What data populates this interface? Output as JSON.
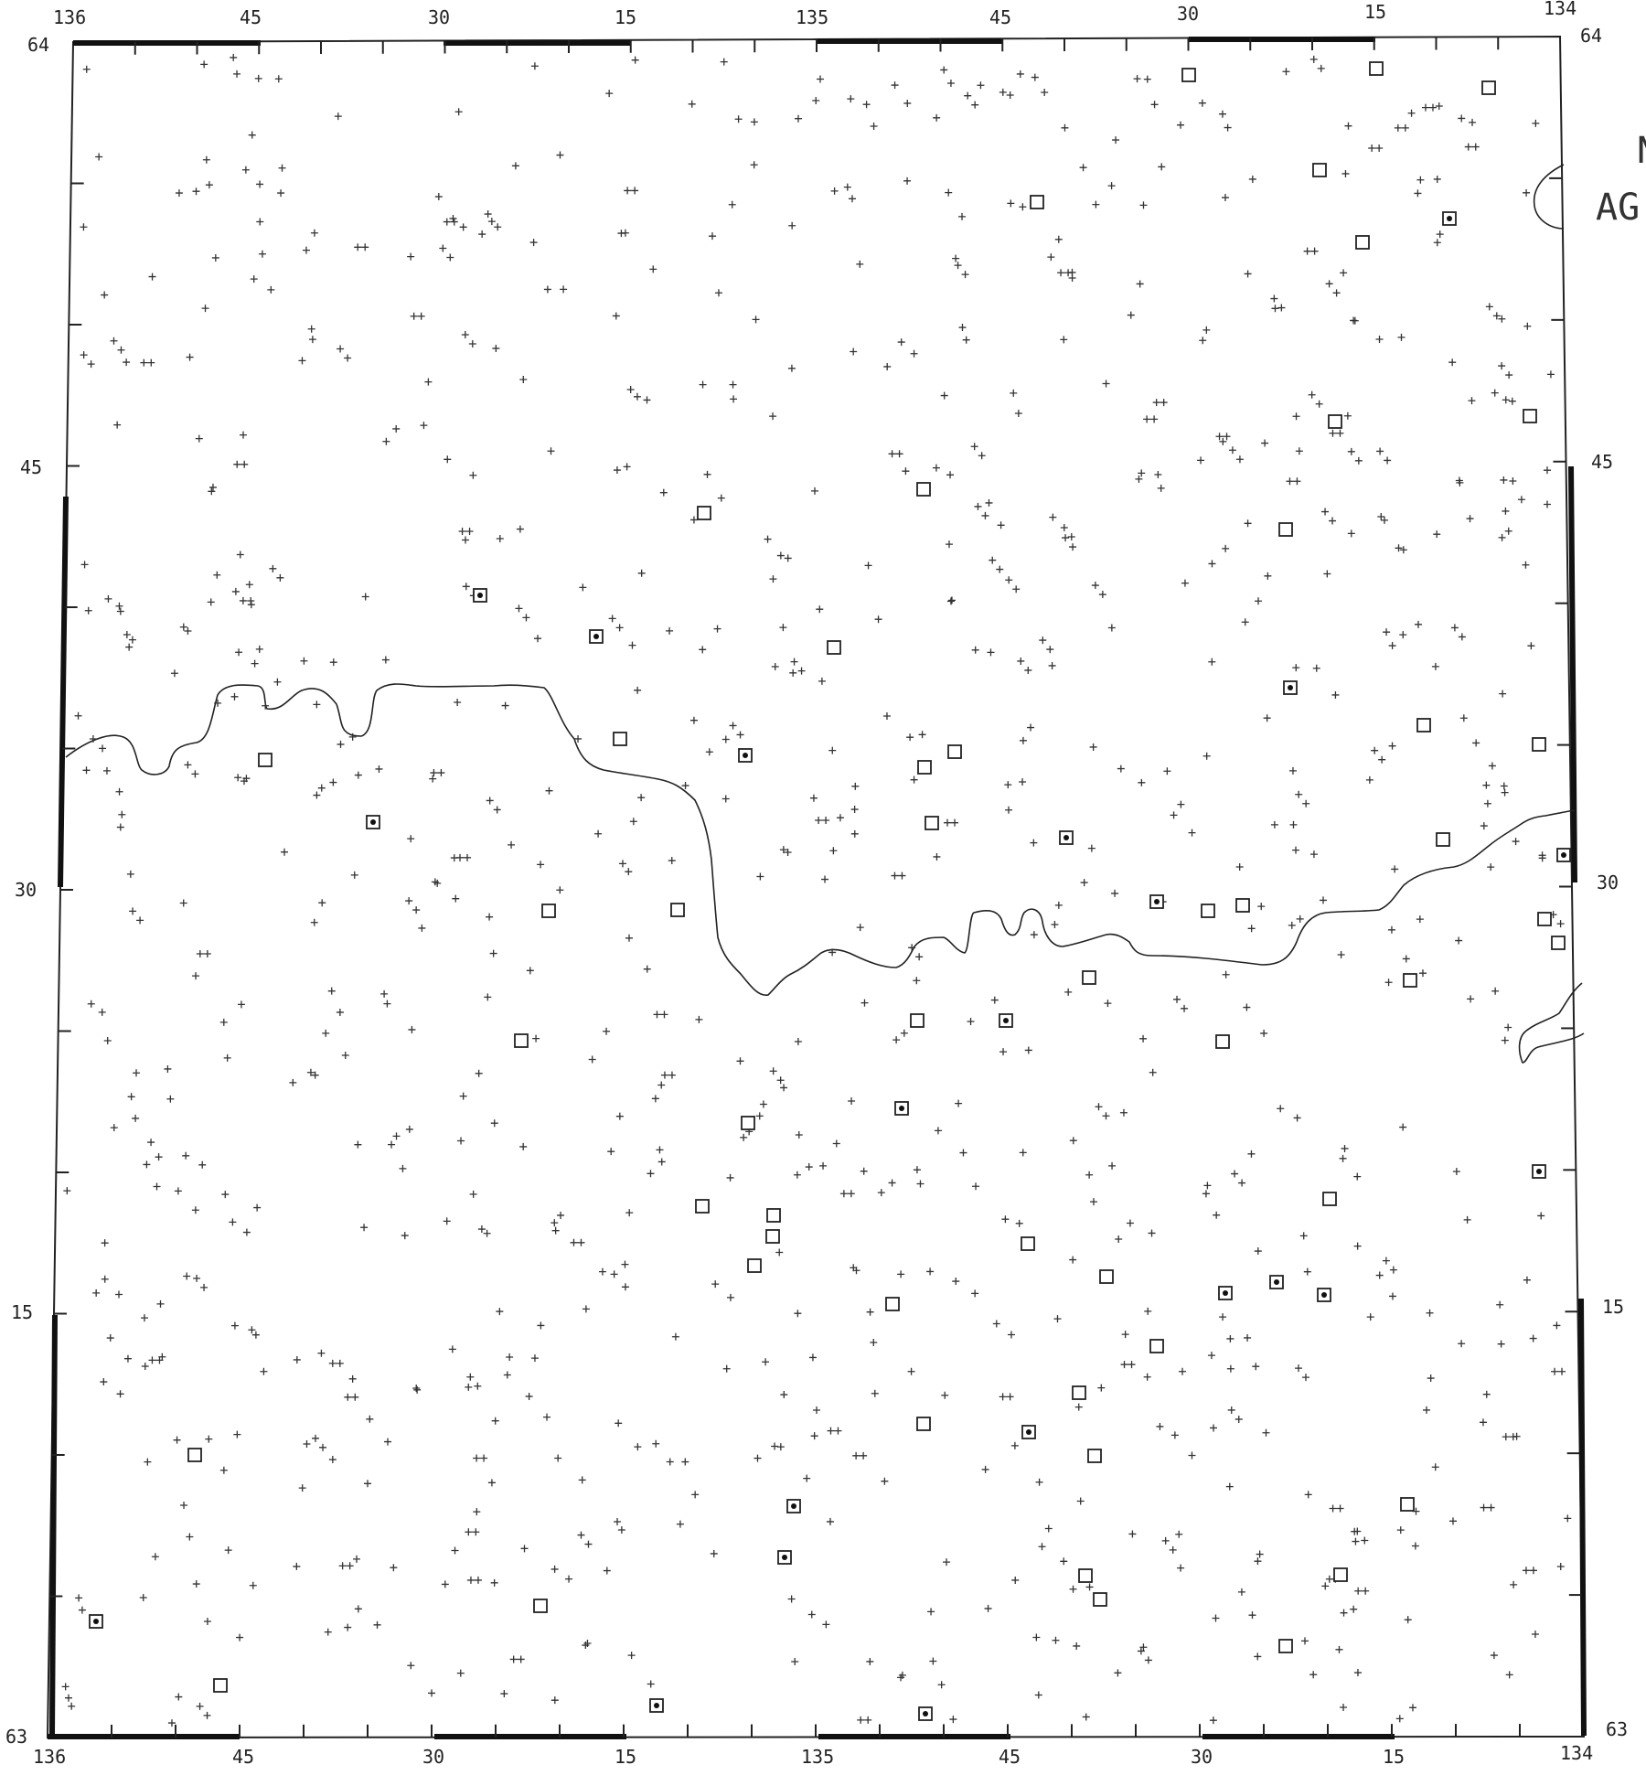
{
  "map": {
    "top_labels": [
      "136",
      "45",
      "30",
      "15",
      "135",
      "45",
      "30",
      "15",
      "134"
    ],
    "bottom_labels": [
      "136",
      "45",
      "30",
      "15",
      "135",
      "45",
      "30",
      "15",
      "134"
    ],
    "left_labels": [
      "64",
      "45",
      "30",
      "15",
      "63"
    ],
    "right_labels": [
      "64",
      "45",
      "30",
      "15",
      "63"
    ],
    "corner_text": [
      "N",
      "AG"
    ],
    "symbols": {
      "cross_count_approx": 900,
      "open_square_count_approx": 45,
      "dotted_square_count_approx": 24
    }
  }
}
